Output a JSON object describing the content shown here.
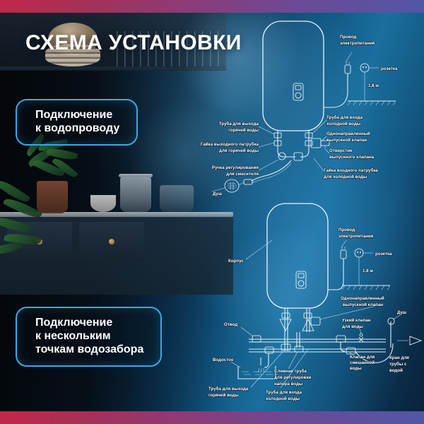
{
  "page": {
    "title": "СХЕМА УСТАНОВКИ",
    "accent_border": "#38a9e8",
    "bar_gradient_from": "#c1274a",
    "bar_gradient_to": "#5257a6",
    "background_dark": "#060a0e",
    "background_blue": "#1a6f9e"
  },
  "badges": [
    {
      "line1": "Подключение",
      "line2": "к водопроводу",
      "line3": ""
    },
    {
      "line1": "Подключение",
      "line2": "к нескольким",
      "line3": "точкам водозабора"
    }
  ],
  "diagram1": {
    "name": "Подключение к водопроводу",
    "labels": {
      "power_cord_l1": "Провод",
      "power_cord_l2": "электропитания",
      "socket": "розетка",
      "height": "1,8 м",
      "hot_out_l1": "Труба для выхода",
      "hot_out_l2": "горячей воды",
      "hot_nut_l1": "Гайка выходного патрубка",
      "hot_nut_l2": "для горячей воды",
      "mixer_l1": "Ручка регулирования",
      "mixer_l2": "для смесителя",
      "shower": "Душ",
      "cold_in_l1": "Труба для входа",
      "cold_in_l2": "холодной воды",
      "valve_l1": "Однонаправленный",
      "valve_l2": "выпускной клапан",
      "hole_l1": "Отверстие",
      "hole_l2": "выпускного клапана",
      "cold_nut_l1": "Гайка входного патрубка",
      "cold_nut_l2": "для холодной воды"
    }
  },
  "diagram2": {
    "name": "Подключение к нескольким точкам водозабора",
    "labels": {
      "case": "Корпус",
      "power_cord_l1": "Провод",
      "power_cord_l2": "электропитания",
      "socket": "розетка",
      "height": "1,8 м",
      "valve_l1": "Однонаправленный",
      "valve_l2": "выпускной клапан",
      "branch": "Отвод",
      "drain": "Водосток",
      "narrow_valve_l1": "Узкий клапан",
      "narrow_valve_l2": "для воды",
      "shower": "Душ",
      "mixed_valve_l1": "Клапан для",
      "mixed_valve_l2": "смешанной",
      "mixed_valve_l3": "воды",
      "tap_l1": "Кран для",
      "tap_l2": "трубы с",
      "tap_l3": "водой",
      "drain_pipe_l1": "Сливная труба",
      "drain_pipe_l2": "для регулировки",
      "drain_pipe_l3": "напора воды",
      "hot_out_l1": "Труба для выхода",
      "hot_out_l2": "горячей воды",
      "cold_in_l1": "Труба для входа",
      "cold_in_l2": "холодной воды"
    }
  }
}
